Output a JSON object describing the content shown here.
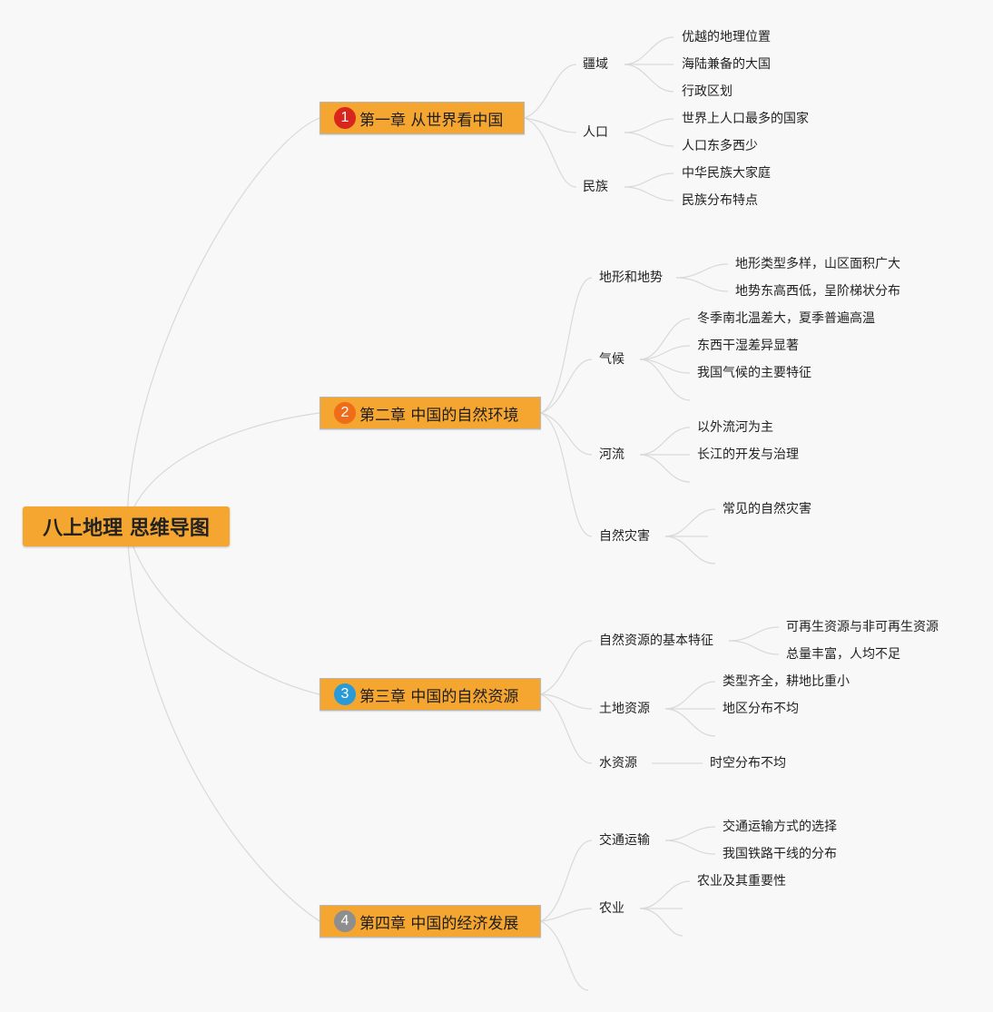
{
  "root": {
    "title": "八上地理 思维导图"
  },
  "colors": {
    "node_fill": "#f5a631",
    "link": "#d9d9d9",
    "marker_1": "#d9261c",
    "marker_2": "#ef6c1a",
    "marker_3": "#2a9bd6",
    "marker_4": "#8e8e8e"
  },
  "chapters": [
    {
      "marker": "1",
      "title": "第一章 从世界看中国",
      "topics": [
        {
          "label": "疆域",
          "items": [
            "优越的地理位置",
            "海陆兼备的大国",
            "行政区划"
          ]
        },
        {
          "label": "人口",
          "items": [
            "世界上人口最多的国家",
            "人口东多西少"
          ]
        },
        {
          "label": "民族",
          "items": [
            "中华民族大家庭",
            "民族分布特点"
          ]
        }
      ]
    },
    {
      "marker": "2",
      "title": "第二章 中国的自然环境",
      "topics": [
        {
          "label": "地形和地势",
          "items": [
            "地形类型多样，山区面积广大",
            "地势东高西低，呈阶梯状分布"
          ]
        },
        {
          "label": "气候",
          "items": [
            "冬季南北温差大，夏季普遍高温",
            "东西干湿差异显著",
            "我国气候的主要特征"
          ]
        },
        {
          "label": "河流",
          "items": [
            "以外流河为主",
            "长江的开发与治理"
          ]
        },
        {
          "label": "自然灾害",
          "items": [
            "常见的自然灾害"
          ]
        }
      ]
    },
    {
      "marker": "3",
      "title": "第三章 中国的自然资源",
      "topics": [
        {
          "label": "自然资源的基本特征",
          "items": [
            "可再生资源与非可再生资源",
            "总量丰富，人均不足"
          ]
        },
        {
          "label": "土地资源",
          "items": [
            "类型齐全，耕地比重小",
            "地区分布不均"
          ]
        },
        {
          "label": "水资源",
          "items": [
            "时空分布不均"
          ]
        }
      ]
    },
    {
      "marker": "4",
      "title": "第四章 中国的经济发展",
      "topics": [
        {
          "label": "交通运输",
          "items": [
            "交通运输方式的选择",
            "我国铁路干线的分布"
          ]
        },
        {
          "label": "农业",
          "items": [
            "农业及其重要性"
          ]
        }
      ]
    }
  ]
}
